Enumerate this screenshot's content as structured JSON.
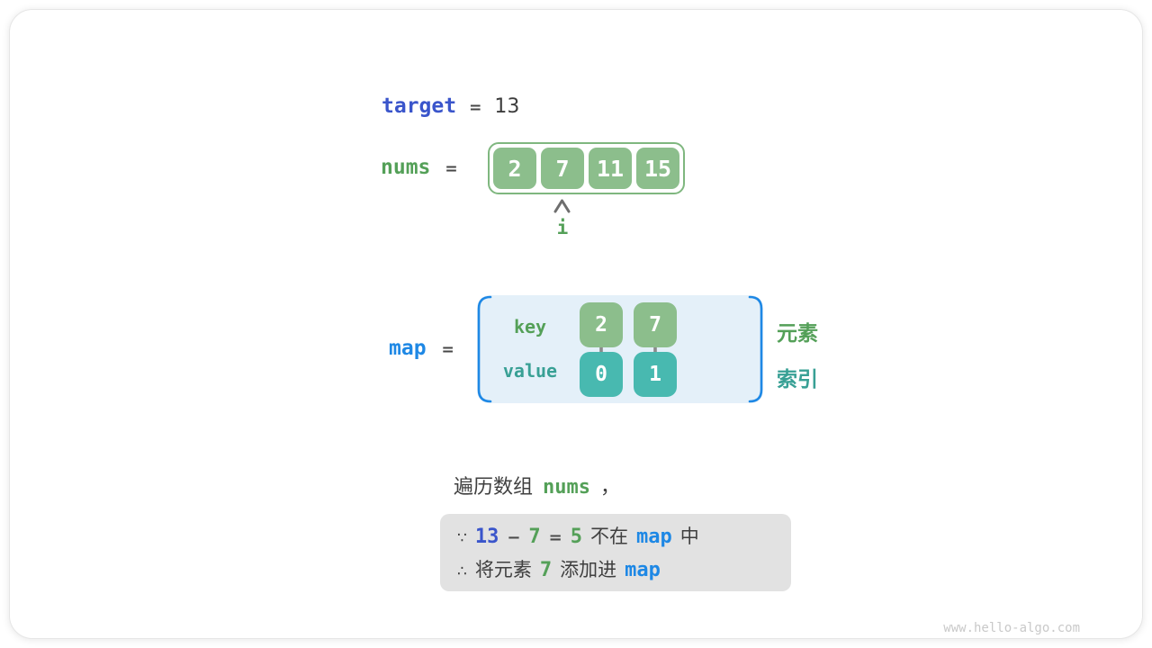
{
  "colors": {
    "royal_blue": "#3A55CB",
    "bright_blue": "#1E88E5",
    "green": "#54A058",
    "teal": "#38A095",
    "box_green": "#8CBE8C",
    "box_green_border": "#7FB77F",
    "box_teal": "#48B9B0",
    "map_bg": "#E4F0F9",
    "note_bg": "#E2E2E2",
    "arrow_gray": "#8A8A8A",
    "watermark_gray": "#C9C9C9"
  },
  "target_row": {
    "label": "target",
    "equals": "=",
    "value": "13"
  },
  "nums_row": {
    "label": "nums",
    "equals": "=",
    "cells": [
      "2",
      "7",
      "11",
      "15"
    ],
    "pointer": {
      "label": "i",
      "points_to_index": 1
    }
  },
  "map_section": {
    "label": "map",
    "equals": "=",
    "key_label": "key",
    "value_label": "value",
    "entries": [
      {
        "key": "2",
        "value": "0"
      },
      {
        "key": "7",
        "value": "1"
      }
    ],
    "element_label": "元素",
    "index_label": "索引"
  },
  "caption": {
    "text": "遍历数组",
    "code": "nums",
    "comma": "，"
  },
  "note_box": {
    "line1": {
      "because": "∵",
      "minuend": "13",
      "minus": "−",
      "subtrahend": "7",
      "equals": "=",
      "difference": "5",
      "text_not_in": "不在",
      "code": "map",
      "text_in": "中"
    },
    "line2": {
      "therefore": "∴",
      "text_add_prefix": "将元素",
      "num": "7",
      "text_add_suffix": "添加进",
      "code": "map"
    }
  },
  "watermark": "www.hello-algo.com"
}
